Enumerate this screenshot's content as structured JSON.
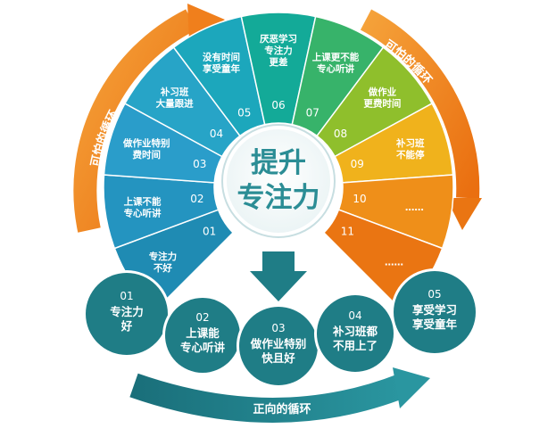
{
  "center": {
    "line1": "提升",
    "line2": "专注力"
  },
  "vicious_cycle": {
    "left_label": "可怕的循环",
    "right_label": "可怕的循环"
  },
  "segments": [
    {
      "num": "01",
      "lines": [
        "专注力",
        "不好"
      ],
      "color": "#1f8bb3"
    },
    {
      "num": "02",
      "lines": [
        "上课不能",
        "专心听讲"
      ],
      "color": "#2494c0"
    },
    {
      "num": "03",
      "lines": [
        "做作业特别",
        "费时间"
      ],
      "color": "#2a9dca"
    },
    {
      "num": "04",
      "lines": [
        "补习班",
        "大量跟进"
      ],
      "color": "#27a4c7"
    },
    {
      "num": "05",
      "lines": [
        "没有时间",
        "享受童年"
      ],
      "color": "#1ca7bc"
    },
    {
      "num": "06",
      "lines": [
        "厌恶学习",
        "专注力",
        "更差"
      ],
      "color": "#13aa98"
    },
    {
      "num": "07",
      "lines": [
        "上课更不能",
        "专心听讲"
      ],
      "color": "#37b36a"
    },
    {
      "num": "08",
      "lines": [
        "做作业",
        "更费时间"
      ],
      "color": "#8fbf2c"
    },
    {
      "num": "09",
      "lines": [
        "补习班",
        "不能停"
      ],
      "color": "#f0b21c"
    },
    {
      "num": "10",
      "lines": [
        "……"
      ],
      "color": "#ef8f19"
    },
    {
      "num": "11",
      "lines": [
        "……"
      ],
      "color": "#ea7512"
    }
  ],
  "virtuous_cycle": {
    "label": "正向的循环",
    "circles": [
      {
        "num": "01",
        "lines": [
          "专注力",
          "好"
        ]
      },
      {
        "num": "02",
        "lines": [
          "上课能",
          "专心听讲"
        ]
      },
      {
        "num": "03",
        "lines": [
          "做作业特别",
          "快且好"
        ]
      },
      {
        "num": "04",
        "lines": [
          "补习班都",
          "不用上了"
        ]
      },
      {
        "num": "05",
        "lines": [
          "享受学习",
          "享受童年"
        ]
      }
    ]
  },
  "colors": {
    "teal": "#1f7d86",
    "orange": "#f07f1c",
    "center_text": "#2b8d95"
  }
}
